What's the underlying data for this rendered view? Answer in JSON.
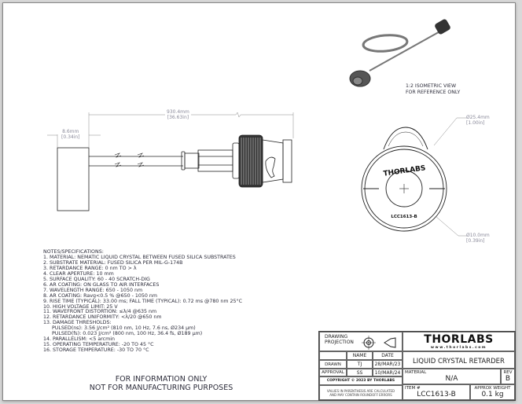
{
  "drawing": {
    "length_dim": {
      "mm": "930.4mm",
      "in": "[36.63in]"
    },
    "thickness_dim": {
      "mm": "8.6mm",
      "in": "[0.34in]"
    },
    "outer_dia_dim": {
      "mm": "Ø25.4mm",
      "in": "[1.00in]"
    },
    "aperture_dim": {
      "mm": "Ø10.0mm",
      "in": "[0.39in]"
    },
    "face_brand": "THORLABS",
    "face_part": "LCC1613-B",
    "iso_caption": [
      "1:2 ISOMETRIC VIEW",
      "FOR REFERENCE ONLY"
    ]
  },
  "notes": {
    "title": "NOTES/SPECIFICATIONS:",
    "lines": [
      "1. MATERIAL: NEMATIC LIQUID CRYSTAL BETWEEN FUSED SILICA SUBSTRATES",
      "2. SUBSTRATE MATERIAL: FUSED SILICA PER MIL-G-174B",
      "3. RETARDANCE RANGE: 0 nm TO > λ",
      "4. CLEAR APERTURE: 10 mm",
      "5. SURFACE QUALITY: 60 - 40 SCRATCH-DIG",
      "6. AR COATING: ON GLASS TO AIR INTERFACES",
      "7. WAVELENGTH RANGE: 650 - 1050 nm",
      "8. AR COATING: Ravg<0.5 % @650 - 1050 nm",
      "9. RISE TIME (TYPICAL): 33.00 ms; FALL TIME (TYPICAL): 0.72 ms @780 nm 25°C",
      "10. HIGH VOLTAGE LIMIT: 25 V",
      "11. WAVEFRONT DISTORTION: ≤λ/4 @635 nm",
      "12. RETARDANCE UNIFORMITY: <λ/20 @650 nm",
      "13. DAMAGE THRESHOLDS:",
      "PULSED(ns): 3.56 J/cm² (810 nm, 10 Hz, 7.6 ns, Ø234 µm)",
      "PULSED(fs): 0.023 J/cm² (800 nm, 100 Hz, 36.4 fs, Ø189 µm)",
      "14. PARALLELISM: <5 arcmin",
      "15. OPERATING TEMPERATURE: -20 TO 45 °C",
      "16. STORAGE TEMPERATURE: -30 TO 70 °C"
    ]
  },
  "footer": [
    "FOR INFORMATION ONLY",
    "NOT FOR MANUFACTURING PURPOSES"
  ],
  "title_block": {
    "projection_label": "DRAWING PROJECTION",
    "name_header": "NAME",
    "date_header": "DATE",
    "drawn_label": "DRAWN",
    "drawn_name": "TJ",
    "drawn_date": "28/MAR/23",
    "approval_label": "APPROVAL",
    "approval_name": "SS",
    "approval_date": "10/MAR/24",
    "copyright": "COPYRIGHT © 2023 BY THORLABS",
    "values_note": [
      "VALUES IN PARENTHESIS ARE CALCULATED",
      "AND MAY CONTAIN ROUNDOFF ERRORS"
    ],
    "logo": "THORLABS",
    "logo_url": "www.thorlabs.com",
    "title": "LIQUID CRYSTAL RETARDER",
    "material_label": "MATERIAL",
    "material": "N/A",
    "rev_label": "REV",
    "rev": "B",
    "item_label": "ITEM #",
    "item": "LCC1613-B",
    "weight_label": "APPROX WEIGHT",
    "weight": "0.1 kg"
  }
}
